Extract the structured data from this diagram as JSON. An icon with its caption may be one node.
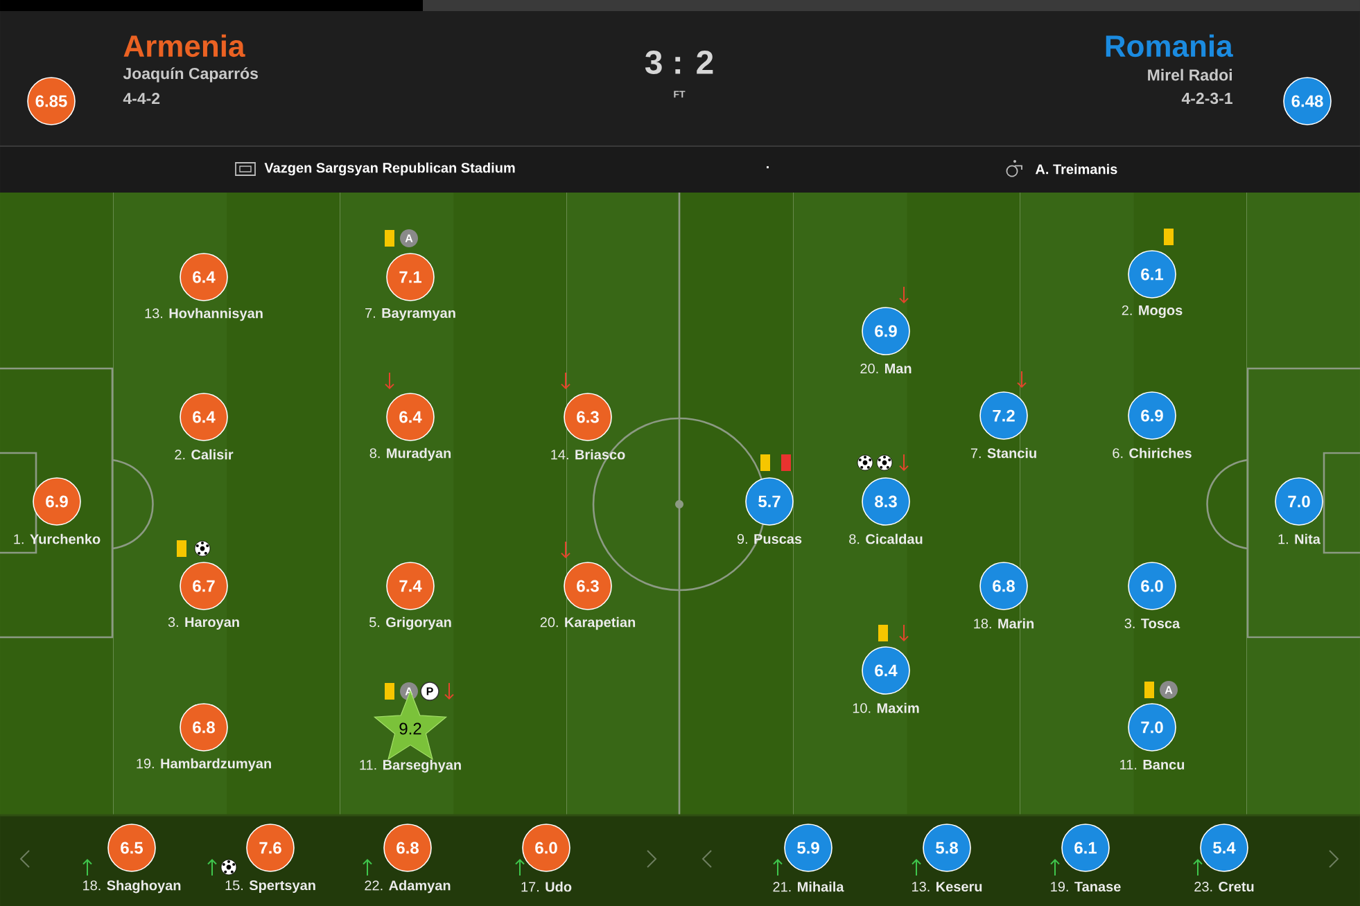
{
  "diagram": {
    "nodes": [
      {
        "text": [
          "6.85"
        ]
      },
      {
        "text": [
          "6.48"
        ]
      },
      {
        "text": [
          "6.9"
        ],
        "beside": [
          "1. **Yurchenko**"
        ]
      },
      {
        "text": [
          "6.4"
        ],
        "beside": [
          "13. **Hovhannisyan**"
        ]
      },
      {
        "text": [
          "6.4"
        ],
        "beside": [
          "2. **Calisir**"
        ]
      },
      {
        "text": [
          "6.7"
        ],
        "beside": [
          "3. **Haroyan**"
        ]
      },
      {
        "text": [
          "6.8"
        ],
        "beside": [
          "19. **Hambardzumyan**"
        ]
      },
      {
        "text": [
          "A"
        ]
      },
      {
        "text": [
          "7.1"
        ],
        "beside": [
          "7. **Bayramyan**"
        ]
      },
      {
        "text": [
          "6.4"
        ],
        "beside": [
          "8. **Muradyan**"
        ]
      },
      {
        "text": [
          "7.4"
        ],
        "beside": [
          "5. **Grigoryan**"
        ]
      },
      {
        "text": [
          "A"
        ]
      },
      {
        "text": [
          "P"
        ]
      },
      {
        "text": [
          "9.2"
        ],
        "beside": [
          "11. **Barseghyan**"
        ]
      },
      {
        "text": [
          "6.3"
        ],
        "beside": [
          "14. **Briasco**"
        ]
      },
      {
        "text": [
          "6.3"
        ],
        "beside": [
          "20. **Karapetian**"
        ]
      },
      {
        "text": [
          "5.7"
        ],
        "beside": [
          "9. **Puscas**"
        ]
      },
      {
        "text": [
          "6.9"
        ],
        "beside": [
          "20. **Man**"
        ]
      },
      {
        "text": [
          "8.3"
        ],
        "beside": [
          "8. **Cicaldau**"
        ]
      },
      {
        "text": [
          "6.4"
        ],
        "beside": [
          "10. **Maxim**"
        ]
      },
      {
        "text": [
          "7.2"
        ],
        "beside": [
          "7. **Stanciu**"
        ]
      },
      {
        "text": [
          "6.8"
        ],
        "beside": [
          "18. **Marin**"
        ]
      },
      {
        "text": [
          "6.1"
        ],
        "beside": [
          "2. **Mogos**"
        ]
      },
      {
        "text": [
          "6.9"
        ],
        "beside": [
          "6. **Chiriches**"
        ]
      },
      {
        "text": [
          "6.0"
        ],
        "beside": [
          "3. **Tosca**"
        ]
      },
      {
        "text": [
          "A"
        ]
      },
      {
        "text": [
          "7.0"
        ],
        "beside": [
          "11. **Bancu**"
        ]
      },
      {
        "text": [
          "7.0"
        ],
        "beside": [
          "1. **Nita**"
        ]
      },
      {
        "text": [
          "6.5"
        ],
        "beside": [
          "18. **Shaghoyan**"
        ]
      },
      {
        "text": [
          "7.6"
        ],
        "beside": [
          "15. **Spertsyan**"
        ]
      },
      {
        "text": [
          "6.8"
        ],
        "beside": [
          "22. **Adamyan**"
        ]
      },
      {
        "text": [
          "6.0"
        ],
        "beside": [
          "17. **Udo**"
        ]
      },
      {
        "text": [
          "5.9"
        ],
        "beside": [
          "21. **Mihaila**"
        ]
      },
      {
        "text": [
          "5.8"
        ],
        "beside": [
          "13. **Keseru**"
        ]
      },
      {
        "text": [
          "6.1"
        ],
        "beside": [
          "19. **Tanase**"
        ]
      },
      {
        "text": [
          "5.4"
        ],
        "beside": [
          "23. **Cretu**"
        ]
      }
    ],
    "labels": [
      "Armenia",
      "Joaquín Caparrós",
      "4-4-2",
      "3 : 2",
      "FT",
      "Romania",
      "Mirel Radoi",
      "4-2-3-1",
      "Vazgen Sargsyan Republican Stadium",
      "·",
      "A. Treimanis"
    ]
  }
}
